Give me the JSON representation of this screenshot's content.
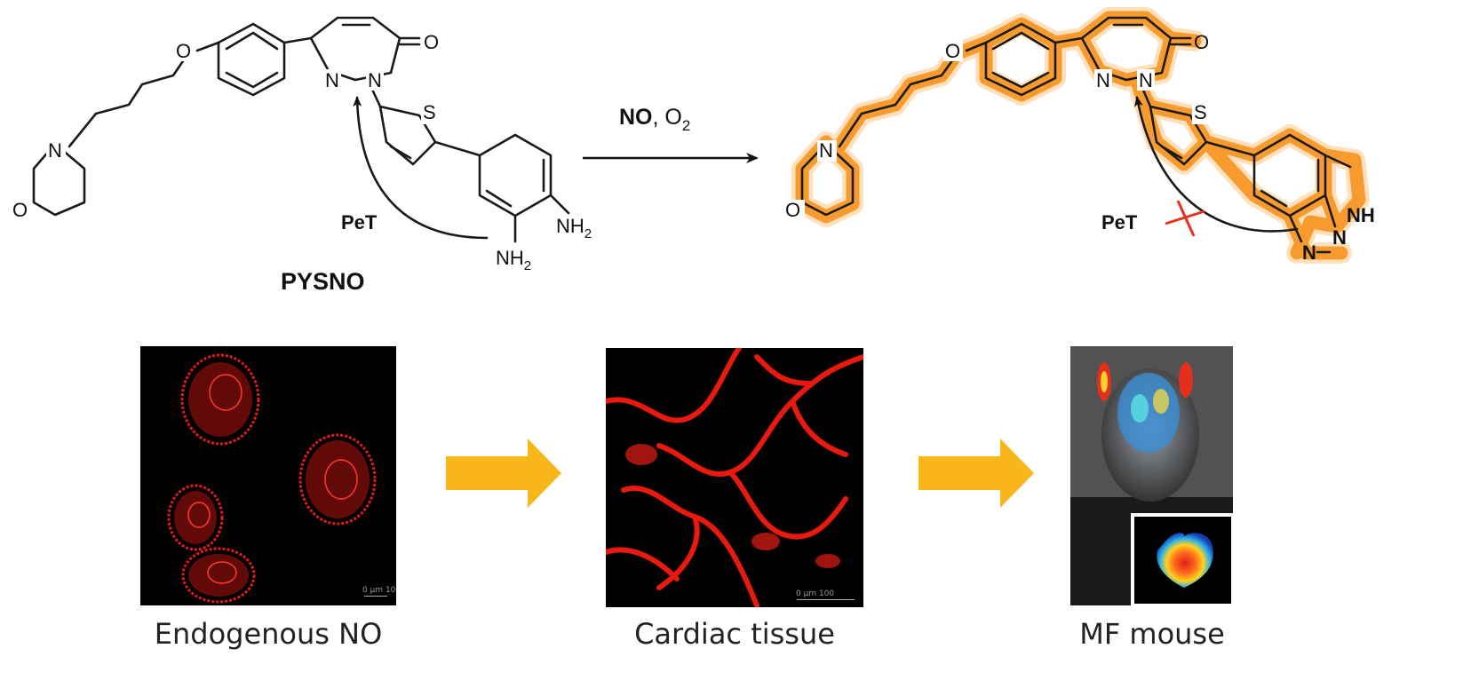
{
  "reactant": {
    "name": "PYSNO",
    "label_pet": "PeT",
    "atoms": {
      "o_ether": "O",
      "o_keto": "O",
      "n_morph": "N",
      "o_morph": "O",
      "n1": "N",
      "n2": "N",
      "s": "S",
      "nh2_a": "NH2",
      "nh2_b": "NH2"
    }
  },
  "reaction": {
    "reagent_bold": "NO",
    "reagent_rest": ", O",
    "reagent_sub": "2"
  },
  "product": {
    "label_pet": "PeT",
    "atoms": {
      "o_ether": "O",
      "o_keto": "O",
      "n_morph": "N",
      "o_morph": "O",
      "n1": "N",
      "n2": "N",
      "s": "S",
      "nh": "NH",
      "n_tri_a": "N",
      "n_tri_b": "N"
    },
    "highlight_color": "#f7931e",
    "block_color": "#e8311a"
  },
  "panels": [
    {
      "caption": "Endogenous NO",
      "scale_text": "0 µm 10"
    },
    {
      "caption": "Cardiac tissue",
      "scale_text": "0 µm 100"
    },
    {
      "caption": "MF mouse",
      "scale_text": ""
    }
  ],
  "arrow_color": "#f9b619"
}
